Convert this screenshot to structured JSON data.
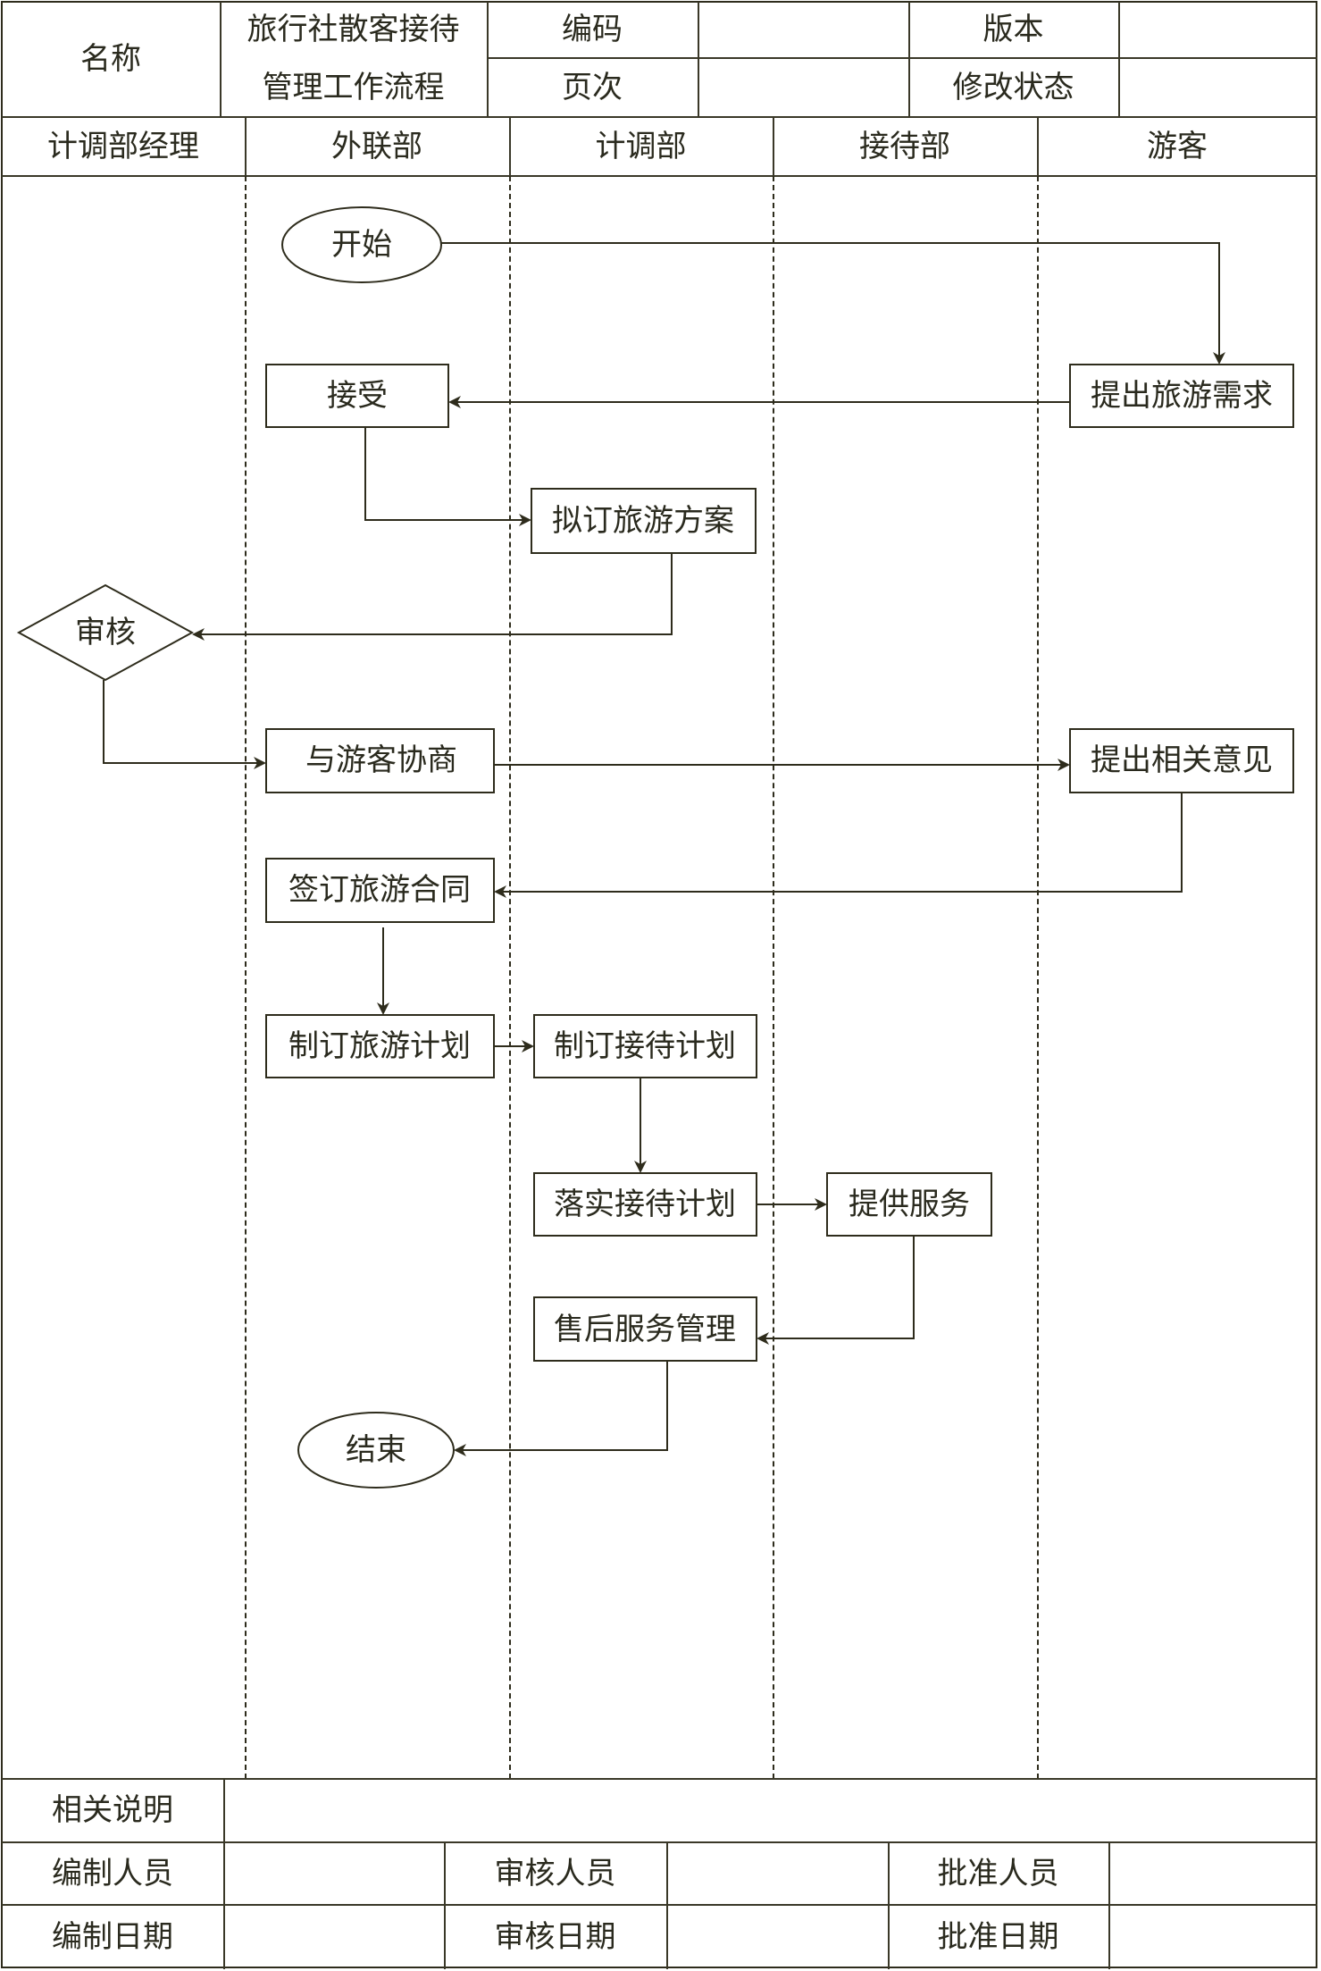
{
  "header": {
    "name_label": "名称",
    "title_line1": "旅行社散客接待",
    "title_line2": "管理工作流程",
    "code_label": "编码",
    "code_value": "",
    "version_label": "版本",
    "version_value": "",
    "page_label": "页次",
    "page_value": "",
    "revision_label": "修改状态",
    "revision_value": ""
  },
  "lanes": [
    "计调部经理",
    "外联部",
    "计调部",
    "接待部",
    "游客"
  ],
  "nodes": {
    "start": "开始",
    "accept": "接受",
    "request": "提出旅游需求",
    "draft_plan": "拟订旅游方案",
    "review": "审核",
    "negotiate": "与游客协商",
    "feedback": "提出相关意见",
    "sign_contract": "签订旅游合同",
    "make_tour_plan": "制订旅游计划",
    "make_reception_plan": "制订接待计划",
    "implement_plan": "落实接待计划",
    "provide_service": "提供服务",
    "after_sales": "售后服务管理",
    "end": "结束"
  },
  "edges": [
    [
      "start",
      "request"
    ],
    [
      "request",
      "accept"
    ],
    [
      "accept",
      "draft_plan"
    ],
    [
      "draft_plan",
      "review"
    ],
    [
      "review",
      "negotiate"
    ],
    [
      "negotiate",
      "feedback"
    ],
    [
      "feedback",
      "sign_contract"
    ],
    [
      "sign_contract",
      "make_tour_plan"
    ],
    [
      "make_tour_plan",
      "make_reception_plan"
    ],
    [
      "make_reception_plan",
      "implement_plan"
    ],
    [
      "implement_plan",
      "provide_service"
    ],
    [
      "provide_service",
      "after_sales"
    ],
    [
      "after_sales",
      "end"
    ]
  ],
  "footer": {
    "notes_label": "相关说明",
    "notes_value": "",
    "prepared_by_label": "编制人员",
    "reviewed_by_label": "审核人员",
    "approved_by_label": "批准人员",
    "prepared_date_label": "编制日期",
    "reviewed_date_label": "审核日期",
    "approved_date_label": "批准日期"
  },
  "colors": {
    "line": "#2e2c1c",
    "text": "#2a2a1e",
    "background": "#ffffff"
  }
}
